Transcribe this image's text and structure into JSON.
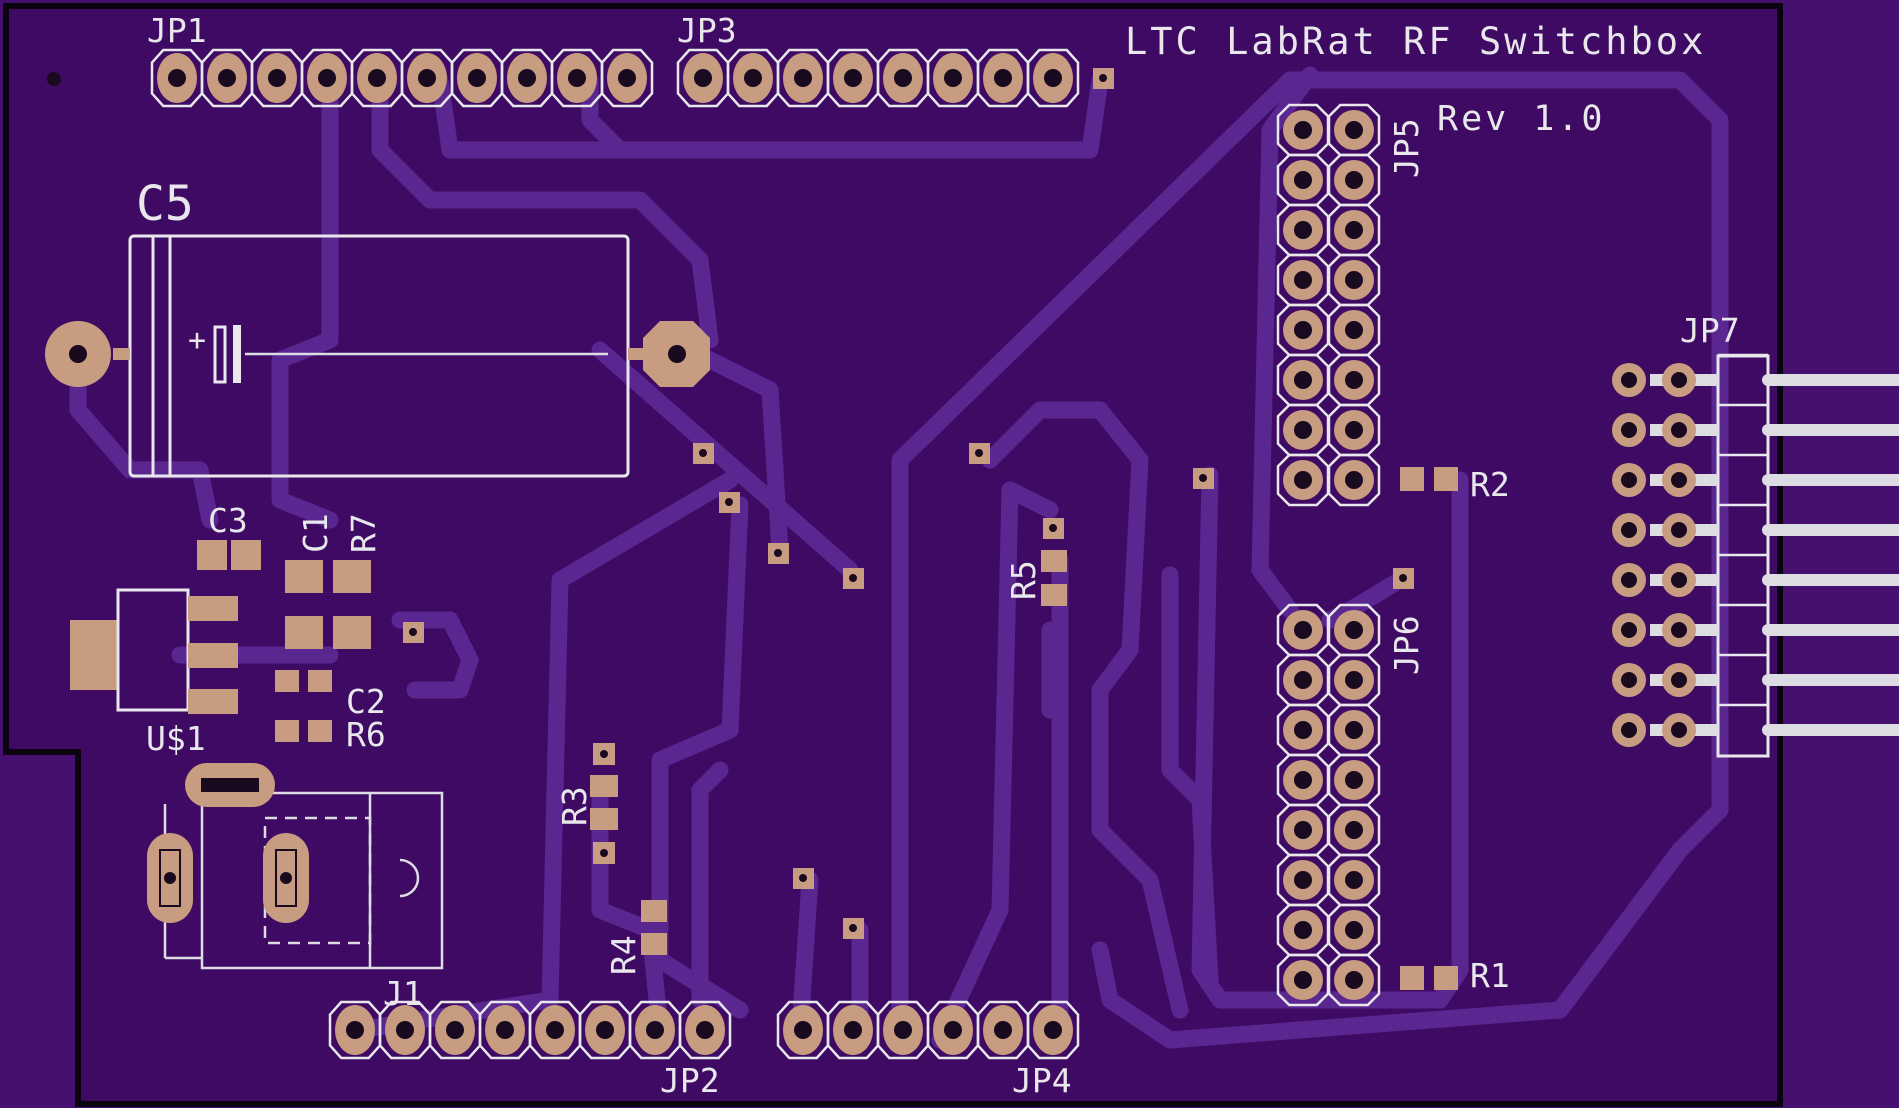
{
  "board": {
    "title": "LTC LabRat RF Switchbox",
    "revision": "Rev 1.0",
    "colors": {
      "background": "#461070",
      "board": "#3f0a64",
      "copper_trace": "#5a2690",
      "pad": "#c79c80",
      "silkscreen": "#e8e8ec",
      "outline": "#0a0410"
    }
  },
  "labels": {
    "jp1": "JP1",
    "jp2": "JP2",
    "jp3": "JP3",
    "jp4": "JP4",
    "jp5": "JP5",
    "jp6": "JP6",
    "jp7": "JP7",
    "c1": "C1",
    "c2": "C2",
    "c3": "C3",
    "c5": "C5",
    "r1": "R1",
    "r2": "R2",
    "r3": "R3",
    "r4": "R4",
    "r5": "R5",
    "r6": "R6",
    "r7": "R7",
    "u1": "U$1",
    "j1": "J1",
    "plus": "+"
  }
}
